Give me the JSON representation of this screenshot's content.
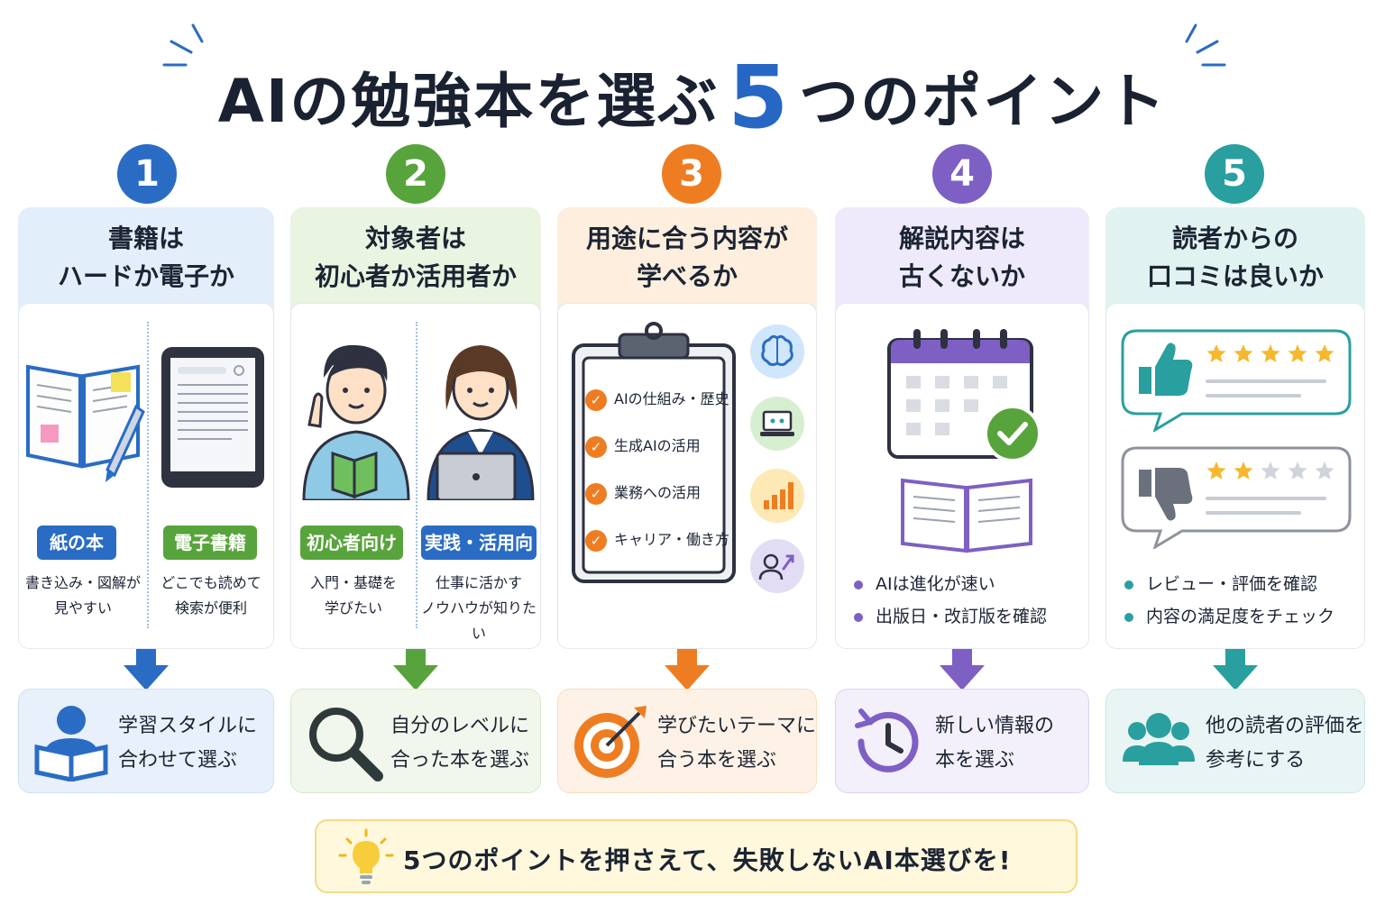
{
  "title": {
    "pre": "AIの勉強本を選ぶ",
    "num": "5",
    "post": "つのポイント"
  },
  "colors": {
    "blue": "#2a6cc4",
    "green": "#58a43c",
    "orange": "#ee7d22",
    "purple": "#7e5fc4",
    "teal": "#2a9f9f"
  },
  "points": [
    {
      "num": "1",
      "head_l1": "書籍は",
      "head_l2": "ハードか電子か",
      "tag_a": "紙の本",
      "sub_a1": "書き込み・図解が",
      "sub_a2": "見やすい",
      "tag_b": "電子書籍",
      "sub_b1": "どこでも読めて",
      "sub_b2": "検索が便利",
      "bottom_l1": "学習スタイルに",
      "bottom_l2": "合わせて選ぶ"
    },
    {
      "num": "2",
      "head_l1": "対象者は",
      "head_l2": "初心者か活用者か",
      "tag_a": "初心者向け",
      "sub_a1": "入門・基礎を",
      "sub_a2": "学びたい",
      "tag_b": "実践・活用向け",
      "sub_b1": "仕事に活かす",
      "sub_b2": "ノウハウが知りたい",
      "bottom_l1": "自分のレベルに",
      "bottom_l2": "合った本を選ぶ"
    },
    {
      "num": "3",
      "head_l1": "用途に合う内容が",
      "head_l2": "学べるか",
      "checklist": [
        "AIの仕組み・歴史",
        "生成AIの活用",
        "業務への活用",
        "キャリア・働き方"
      ],
      "bottom_l1": "学びたいテーマに",
      "bottom_l2": "合う本を選ぶ"
    },
    {
      "num": "4",
      "head_l1": "解説内容は",
      "head_l2": "古くないか",
      "bullets": [
        "AIは進化が速い",
        "出版日・改訂版を確認"
      ],
      "bottom_l1": "新しい情報の",
      "bottom_l2": "本を選ぶ"
    },
    {
      "num": "5",
      "head_l1": "読者からの",
      "head_l2": "口コミは良いか",
      "good_stars": 5,
      "bad_stars": 2,
      "max_stars": 5,
      "bullets": [
        "レビュー・評価を確認",
        "内容の満足度をチェック"
      ],
      "bottom_l1": "他の読者の評価を",
      "bottom_l2": "参考にする"
    }
  ],
  "footer": {
    "text": "5つのポイントを押さえて、失敗しないAI本選びを!"
  }
}
